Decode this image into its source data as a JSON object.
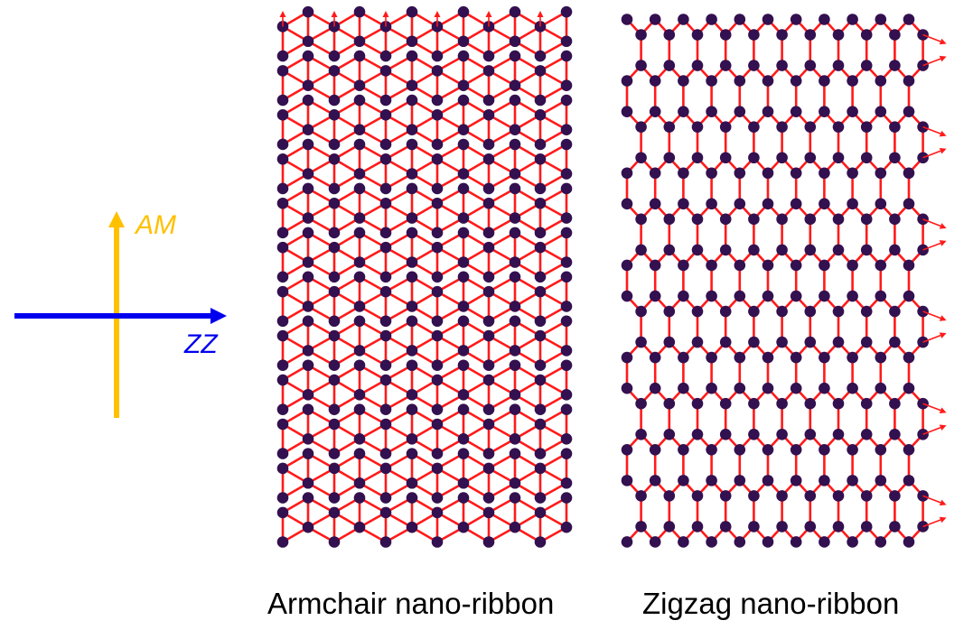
{
  "axes": {
    "am_label": "AM",
    "zz_label": "ZZ",
    "am_color": "#FFC000",
    "zz_color": "#0000EE"
  },
  "ribbons": {
    "armchair_caption": "Armchair nano-ribbon",
    "zigzag_caption": "Zigzag nano-ribbon"
  },
  "style": {
    "bond_color": "#FF1A1A",
    "atom_color": "#33104F",
    "arrow_color": "#FF1A1A"
  }
}
